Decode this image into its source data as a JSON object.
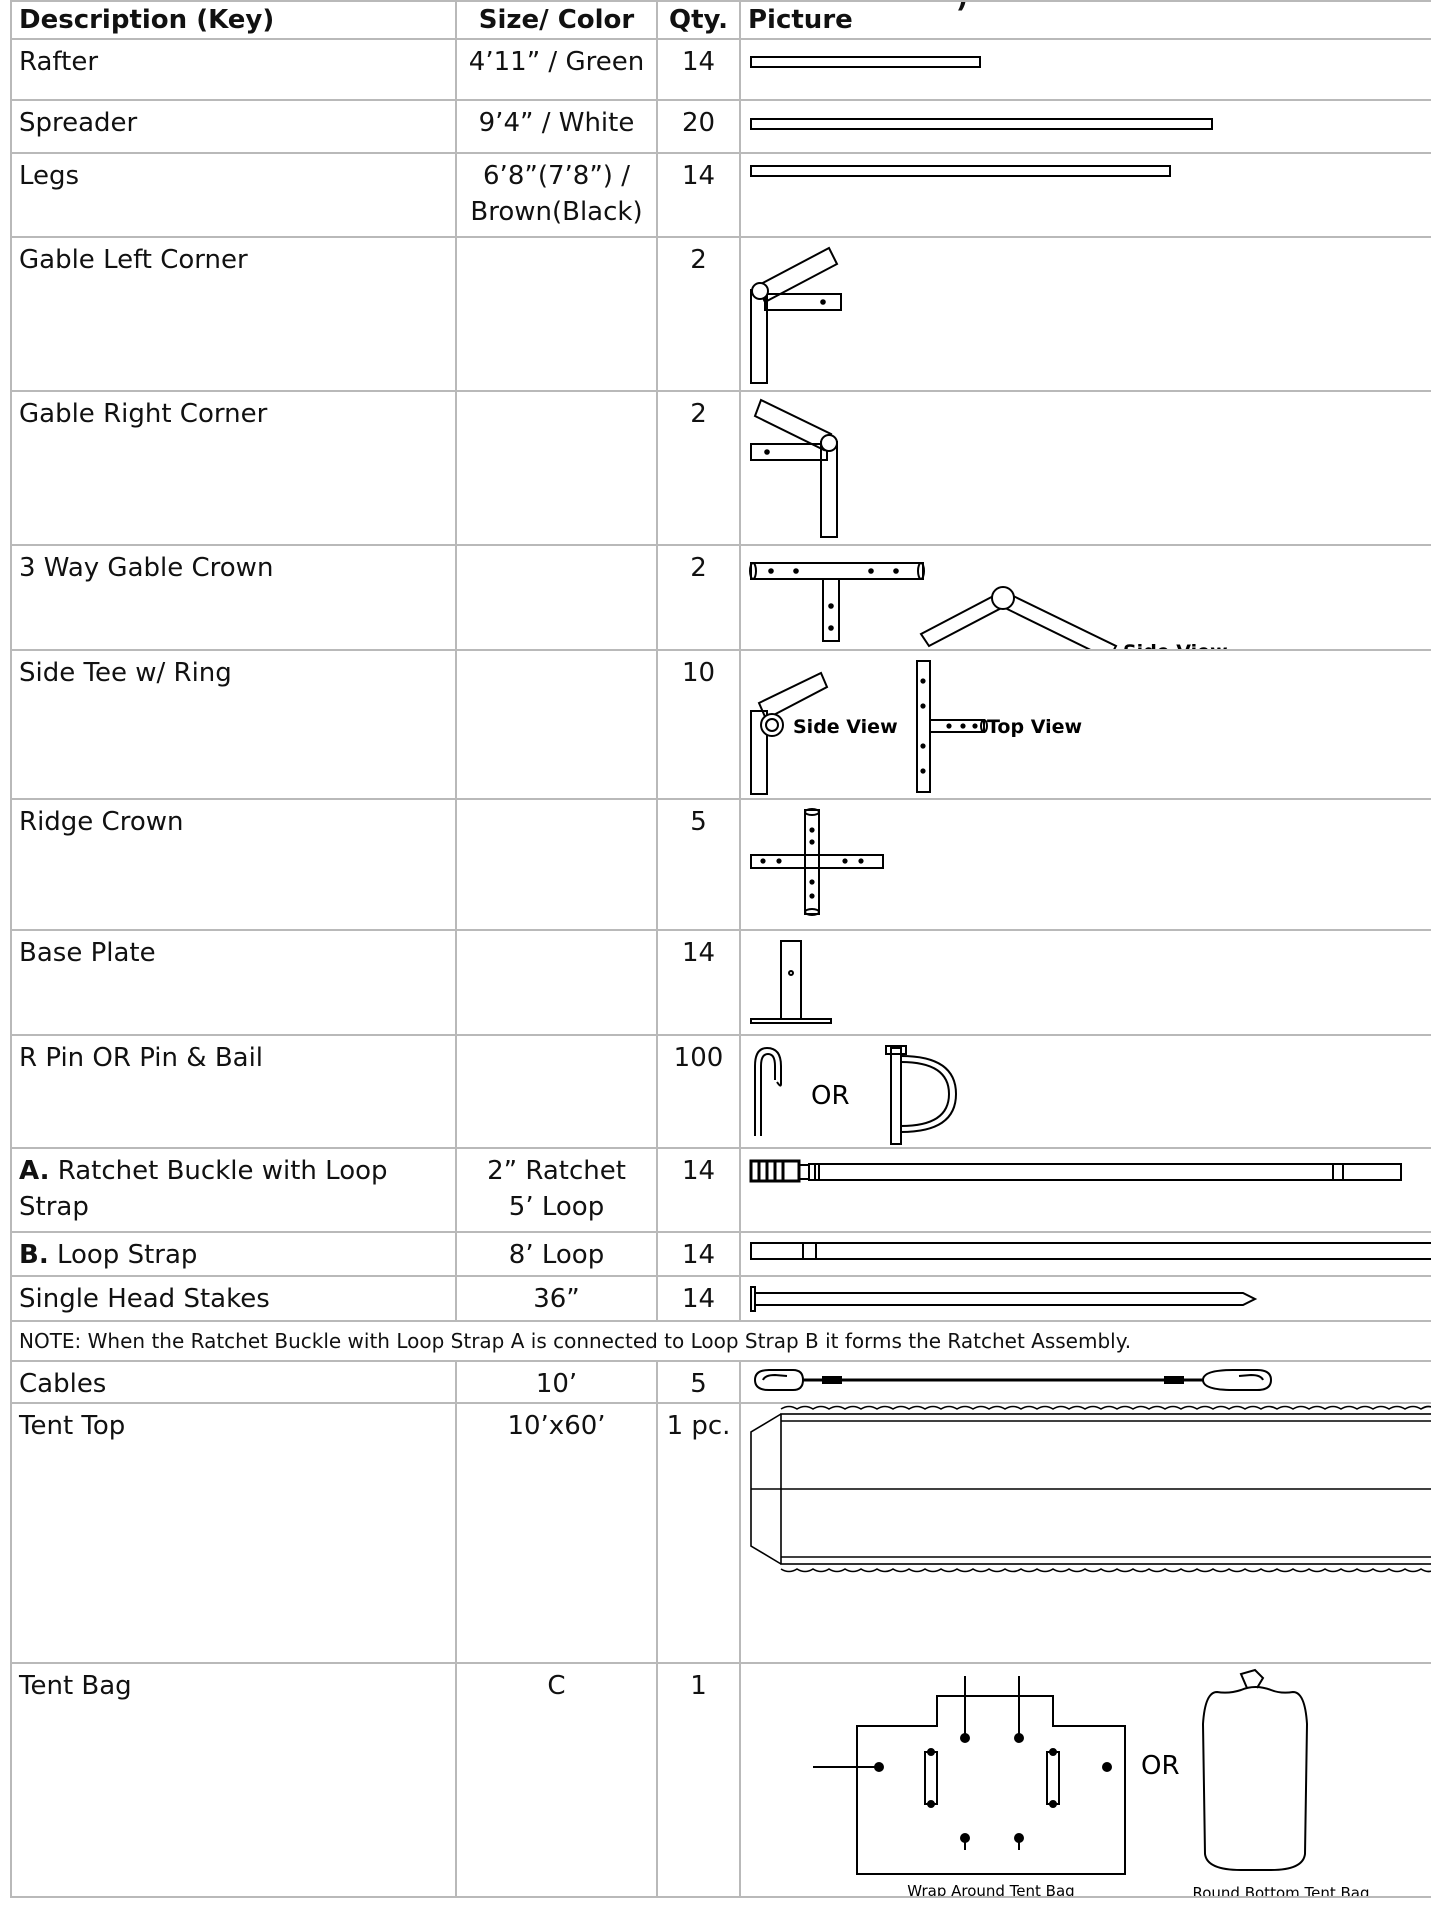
{
  "header": {
    "description": "Description (Key)",
    "size_color": "Size/ Color",
    "qty": "Qty.",
    "picture": "Picture",
    "top_cut_text": ")"
  },
  "rows": [
    {
      "description": "Rafter",
      "size": "4’11” / Green",
      "qty": "14"
    },
    {
      "description": "Spreader",
      "size": "9’4” / White",
      "qty": "20"
    },
    {
      "description": "Legs",
      "size_line1": "6’8”(7’8”) /",
      "size_line2": "Brown(Black)",
      "qty": "14"
    },
    {
      "description": "Gable Left Corner",
      "size": "",
      "qty": "2"
    },
    {
      "description": "Gable Right Corner",
      "size": "",
      "qty": "2"
    },
    {
      "description": "3 Way Gable Crown",
      "size": "",
      "qty": "2",
      "picture_label": "Side View"
    },
    {
      "description": "Side Tee w/ Ring",
      "size": "",
      "qty": "10",
      "picture_label_1": "Side View",
      "picture_label_2": "Top View"
    },
    {
      "description": "Ridge Crown",
      "size": "",
      "qty": "5"
    },
    {
      "description": "Base Plate",
      "size": "",
      "qty": "14"
    },
    {
      "description": "R Pin OR Pin & Bail",
      "size": "",
      "qty": "100",
      "picture_label": "OR"
    },
    {
      "key": "A.",
      "description": " Ratchet Buckle with Loop Strap",
      "size_line1": "2” Ratchet",
      "size_line2": "5’ Loop",
      "qty": "14"
    },
    {
      "key": "B.",
      "description": " Loop Strap",
      "size": "8’ Loop",
      "qty": "14"
    },
    {
      "description": "Single Head Stakes",
      "size": "36”",
      "qty": "14"
    },
    {
      "description": "Cables",
      "size": "10’",
      "qty": "5"
    },
    {
      "description": "Tent Top",
      "size": "10’x60’",
      "qty": "1 pc."
    },
    {
      "description": "Tent Bag",
      "size": "C",
      "qty": "1",
      "picture_label_or": "OR",
      "picture_label_1": "Wrap Around Tent Bag",
      "picture_label_2": "Round Bottom Tent Bag"
    }
  ],
  "note": "NOTE: When the Ratchet Buckle with Loop Strap A is connected to Loop Strap B it forms the Ratchet Assembly."
}
